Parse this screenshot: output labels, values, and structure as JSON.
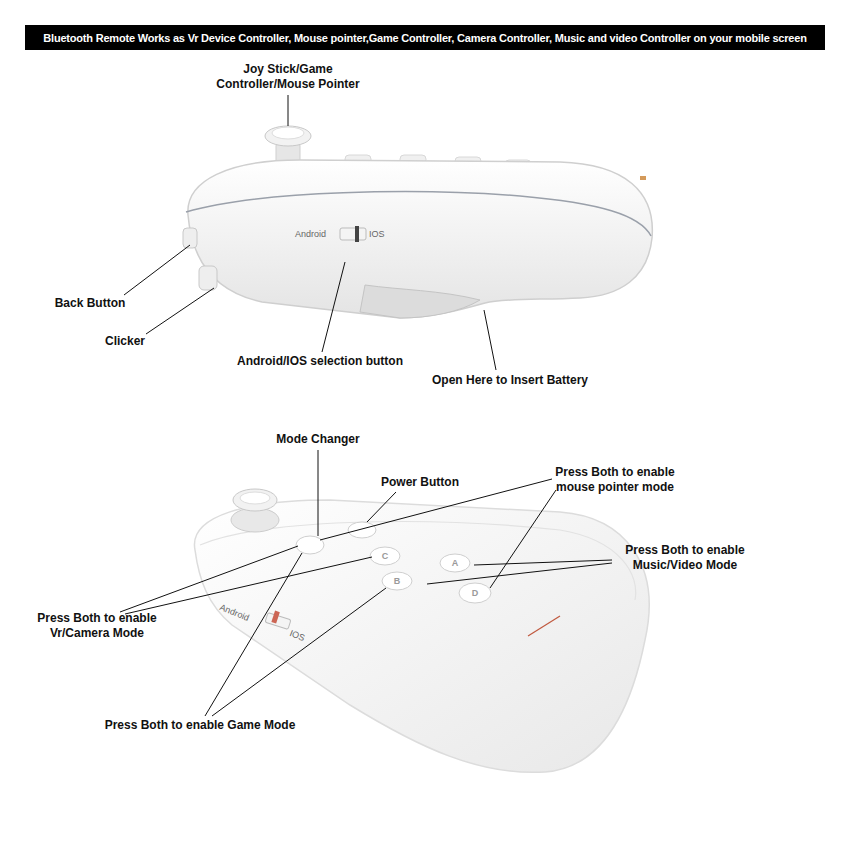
{
  "diagram": {
    "title": "Bluetooth Remote Works as Vr Device Controller, Mouse pointer,Game Controller,  Camera Controller, Music and video Controller on your mobile screen",
    "labels": [
      "Joy Stick/Game Controller/Mouse Pointer",
      "Android",
      "IOS",
      "Back Button",
      "Clicker",
      "Android/IOS selection button",
      "Open Here to Insert Battery",
      "Mode Changer",
      "Power Button",
      "Press Both to enable mouse pointer mode",
      "Press Both to enable Music/Video Mode",
      "Press Both to enable Vr/Camera Mode",
      "C",
      "A",
      "B",
      "D",
      "Android",
      "IOS",
      "Press Both to enable Game Mode"
    ]
  }
}
